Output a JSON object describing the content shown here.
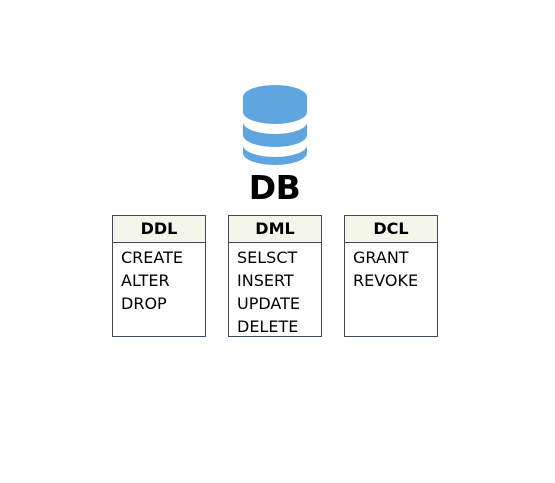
{
  "database": {
    "icon": "database-icon",
    "icon_color": "#5fa6e0",
    "label": "DB"
  },
  "categories": [
    {
      "title": "DDL",
      "commands": [
        "CREATE",
        "ALTER",
        "DROP"
      ]
    },
    {
      "title": "DML",
      "commands": [
        "SELSCT",
        "INSERT",
        "UPDATE",
        "DELETE"
      ]
    },
    {
      "title": "DCL",
      "commands": [
        "GRANT",
        "REVOKE"
      ]
    }
  ],
  "colors": {
    "header_background": "#f4f6ea",
    "border": "#3d4a57"
  }
}
